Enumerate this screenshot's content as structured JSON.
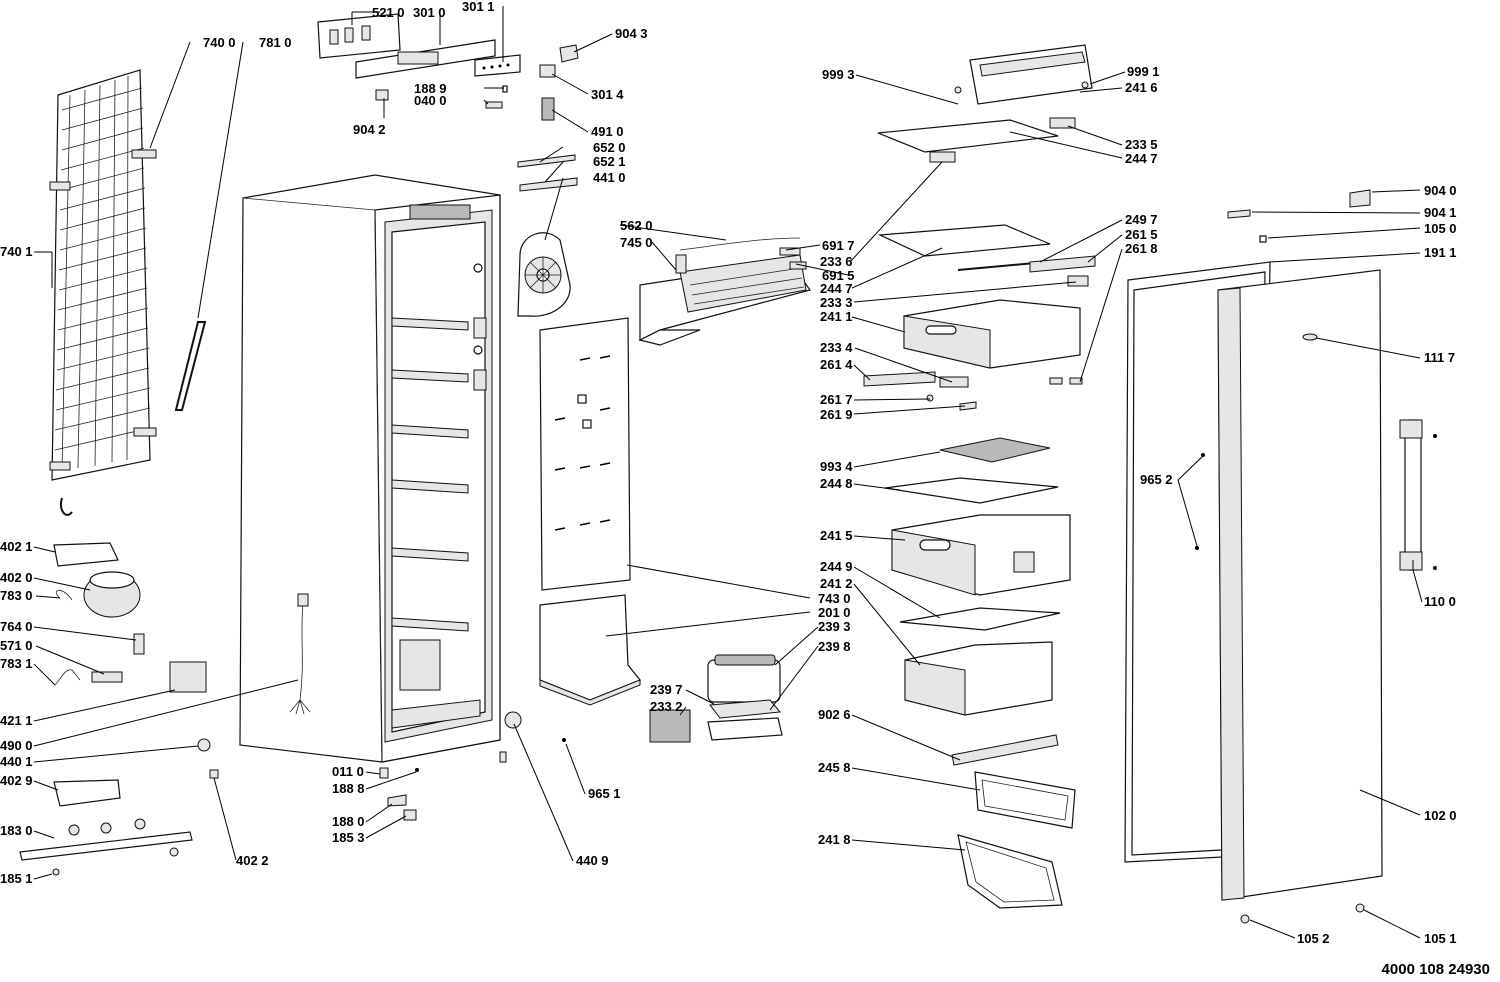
{
  "document_number": "4000 108 24930",
  "labels": [
    "521 0",
    "301 0",
    "301 1",
    "904 3",
    "740 0",
    "781 0",
    "188 9",
    "040 0",
    "301 4",
    "904 2",
    "491 0",
    "652 0",
    "652 1",
    "441 0",
    "740 1",
    "562 0",
    "745 0",
    "691 7",
    "233 6",
    "691 5",
    "244 7",
    "233 3",
    "241 1",
    "233 4",
    "261 4",
    "261 7",
    "261 9",
    "993 4",
    "244 8",
    "241 5",
    "244 9",
    "241 2",
    "743 0",
    "201 0",
    "239 3",
    "239 8",
    "239 7",
    "233 2",
    "902 6",
    "245 8",
    "241 8",
    "999 3",
    "999 1",
    "241 6",
    "233 5",
    "244 7",
    "249 7",
    "261 5",
    "261 8",
    "904 0",
    "904 1",
    "105 0",
    "191 1",
    "111 7",
    "965 2",
    "110 0",
    "102 0",
    "105 2",
    "105 1",
    "402 1",
    "402 0",
    "783 0",
    "764 0",
    "571 0",
    "783 1",
    "421 1",
    "490 0",
    "440 1",
    "402 9",
    "183 0",
    "185 1",
    "402 2",
    "011 0",
    "188 8",
    "188 0",
    "185 3",
    "965 1",
    "440 9"
  ]
}
